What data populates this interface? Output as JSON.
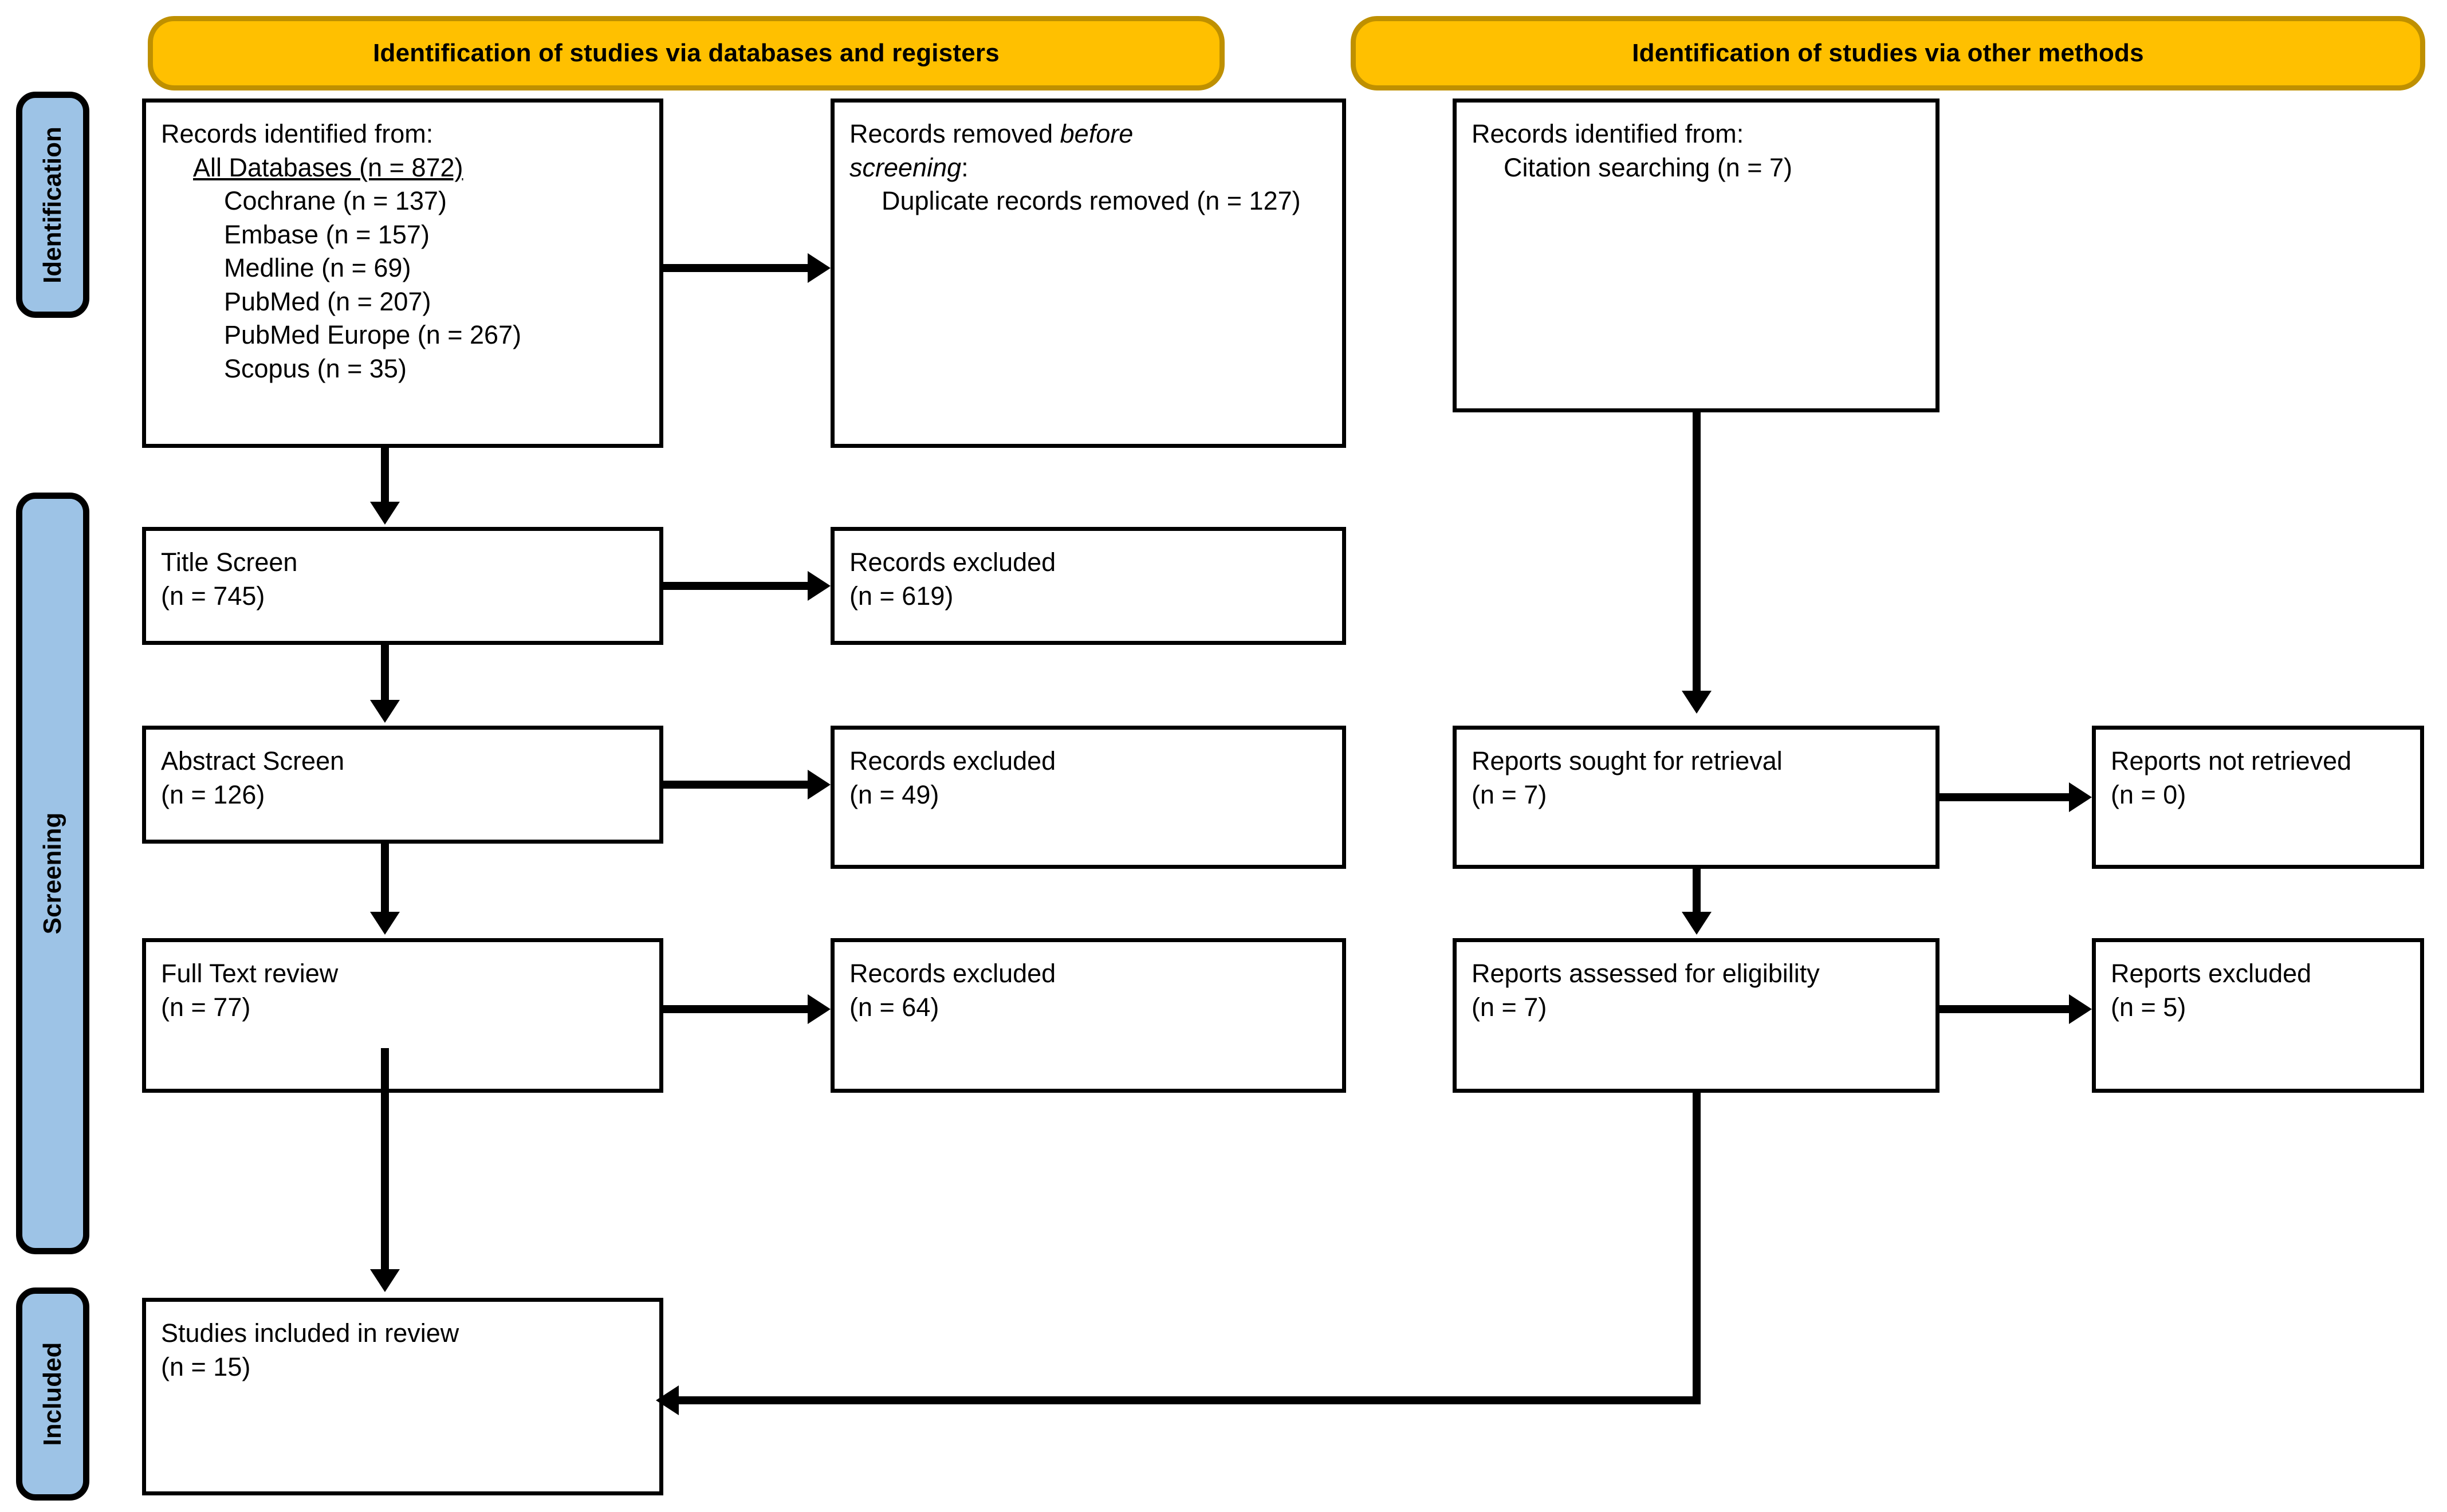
{
  "colors": {
    "banner_fill": "#FFC000",
    "banner_border": "#BF9000",
    "stage_fill": "#9DC3E6",
    "line": "#000000",
    "box_fill": "#FFFFFF"
  },
  "banners": {
    "databases": "Identification of studies via databases and registers",
    "other_methods": "Identification of studies via other methods"
  },
  "stages": {
    "identification": "Identification",
    "screening": "Screening",
    "included": "Included"
  },
  "boxes": {
    "records_identified": {
      "header": "Records identified from:",
      "source_label": "All Databases (n = 872)",
      "databases": [
        "Cochrane (n = 137)",
        "Embase (n = 157)",
        "Medline (n = 69)",
        "PubMed (n = 207)",
        "PubMed Europe (n = 267)",
        "Scopus (n = 35)"
      ]
    },
    "records_removed": {
      "line1_plain": "Records removed ",
      "line1_italic": "before",
      "line2_italic": "screening",
      "line2_colon": ":",
      "detail": "Duplicate records removed (n = 127)"
    },
    "title_screen": {
      "label": "Title Screen",
      "count": "(n = 745)"
    },
    "title_excluded": {
      "label": "Records excluded",
      "count": "(n = 619)"
    },
    "abstract_screen": {
      "label": "Abstract Screen",
      "count": "(n = 126)"
    },
    "abstract_excluded": {
      "label": "Records excluded",
      "count": "(n = 49)"
    },
    "fulltext_review": {
      "label": "Full Text review",
      "count": "(n = 77)"
    },
    "fulltext_excluded": {
      "label": "Records excluded",
      "count": "(n = 64)"
    },
    "studies_included": {
      "label": "Studies included in review",
      "count": "(n = 15)"
    },
    "other_identified": {
      "header": "Records identified from:",
      "detail": "Citation searching (n = 7)"
    },
    "reports_sought": {
      "label": "Reports sought for retrieval",
      "count": "(n = 7)"
    },
    "reports_not_retrieved": {
      "label": "Reports not retrieved",
      "count": "(n = 0)"
    },
    "reports_assessed": {
      "label": "Reports assessed for eligibility",
      "count": "(n = 7)"
    },
    "reports_excluded": {
      "label": "Reports excluded",
      "count": "(n = 5)"
    }
  },
  "chart_data": {
    "type": "diagram",
    "title": "PRISMA 2020 flow diagram",
    "flow": [
      {
        "from": "records_identified",
        "to": "records_removed",
        "direction": "right"
      },
      {
        "from": "records_identified",
        "to": "title_screen",
        "direction": "down"
      },
      {
        "from": "title_screen",
        "to": "title_excluded",
        "direction": "right"
      },
      {
        "from": "title_screen",
        "to": "abstract_screen",
        "direction": "down"
      },
      {
        "from": "abstract_screen",
        "to": "abstract_excluded",
        "direction": "right"
      },
      {
        "from": "abstract_screen",
        "to": "fulltext_review",
        "direction": "down"
      },
      {
        "from": "fulltext_review",
        "to": "fulltext_excluded",
        "direction": "right"
      },
      {
        "from": "fulltext_review",
        "to": "studies_included",
        "direction": "down"
      },
      {
        "from": "other_identified",
        "to": "reports_sought",
        "direction": "down"
      },
      {
        "from": "reports_sought",
        "to": "reports_not_retrieved",
        "direction": "right"
      },
      {
        "from": "reports_sought",
        "to": "reports_assessed",
        "direction": "down"
      },
      {
        "from": "reports_assessed",
        "to": "reports_excluded",
        "direction": "right"
      },
      {
        "from": "reports_assessed",
        "to": "studies_included",
        "direction": "left"
      }
    ],
    "counts": {
      "all_databases": 872,
      "cochrane": 137,
      "embase": 157,
      "medline": 69,
      "pubmed": 207,
      "pubmed_europe": 267,
      "scopus": 35,
      "duplicates_removed": 127,
      "title_screen": 745,
      "title_excluded": 619,
      "abstract_screen": 126,
      "abstract_excluded": 49,
      "fulltext_review": 77,
      "fulltext_excluded": 64,
      "studies_included": 15,
      "citation_searching": 7,
      "reports_sought": 7,
      "reports_not_retrieved": 0,
      "reports_assessed": 7,
      "reports_excluded": 5
    }
  }
}
